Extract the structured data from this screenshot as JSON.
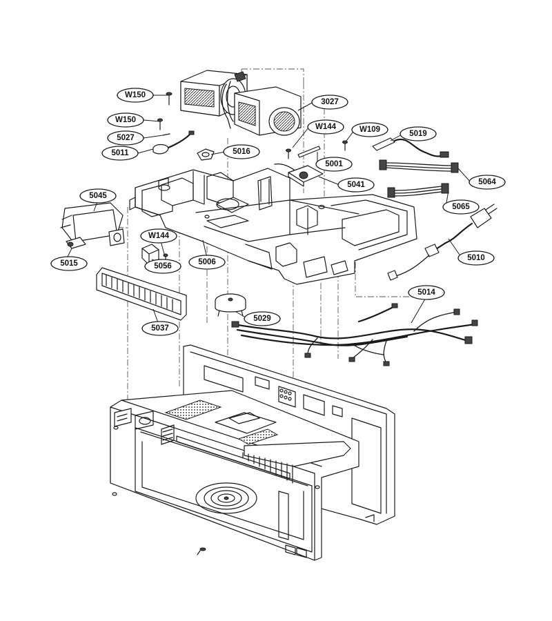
{
  "callouts": [
    {
      "id": "W150",
      "label": "W150"
    },
    {
      "id": "W150b",
      "label": "W150"
    },
    {
      "id": "5027",
      "label": "5027"
    },
    {
      "id": "5011",
      "label": "5011"
    },
    {
      "id": "5016",
      "label": "5016"
    },
    {
      "id": "3027",
      "label": "3027"
    },
    {
      "id": "W144",
      "label": "W144"
    },
    {
      "id": "W109",
      "label": "W109"
    },
    {
      "id": "5019",
      "label": "5019"
    },
    {
      "id": "5001",
      "label": "5001"
    },
    {
      "id": "5041",
      "label": "5041"
    },
    {
      "id": "5064",
      "label": "5064"
    },
    {
      "id": "5065",
      "label": "5065"
    },
    {
      "id": "5045",
      "label": "5045"
    },
    {
      "id": "W144b",
      "label": "W144"
    },
    {
      "id": "5015",
      "label": "5015"
    },
    {
      "id": "5056",
      "label": "5056"
    },
    {
      "id": "5006",
      "label": "5006"
    },
    {
      "id": "5010",
      "label": "5010"
    },
    {
      "id": "5037",
      "label": "5037"
    },
    {
      "id": "5029",
      "label": "5029"
    },
    {
      "id": "5014",
      "label": "5014"
    }
  ]
}
